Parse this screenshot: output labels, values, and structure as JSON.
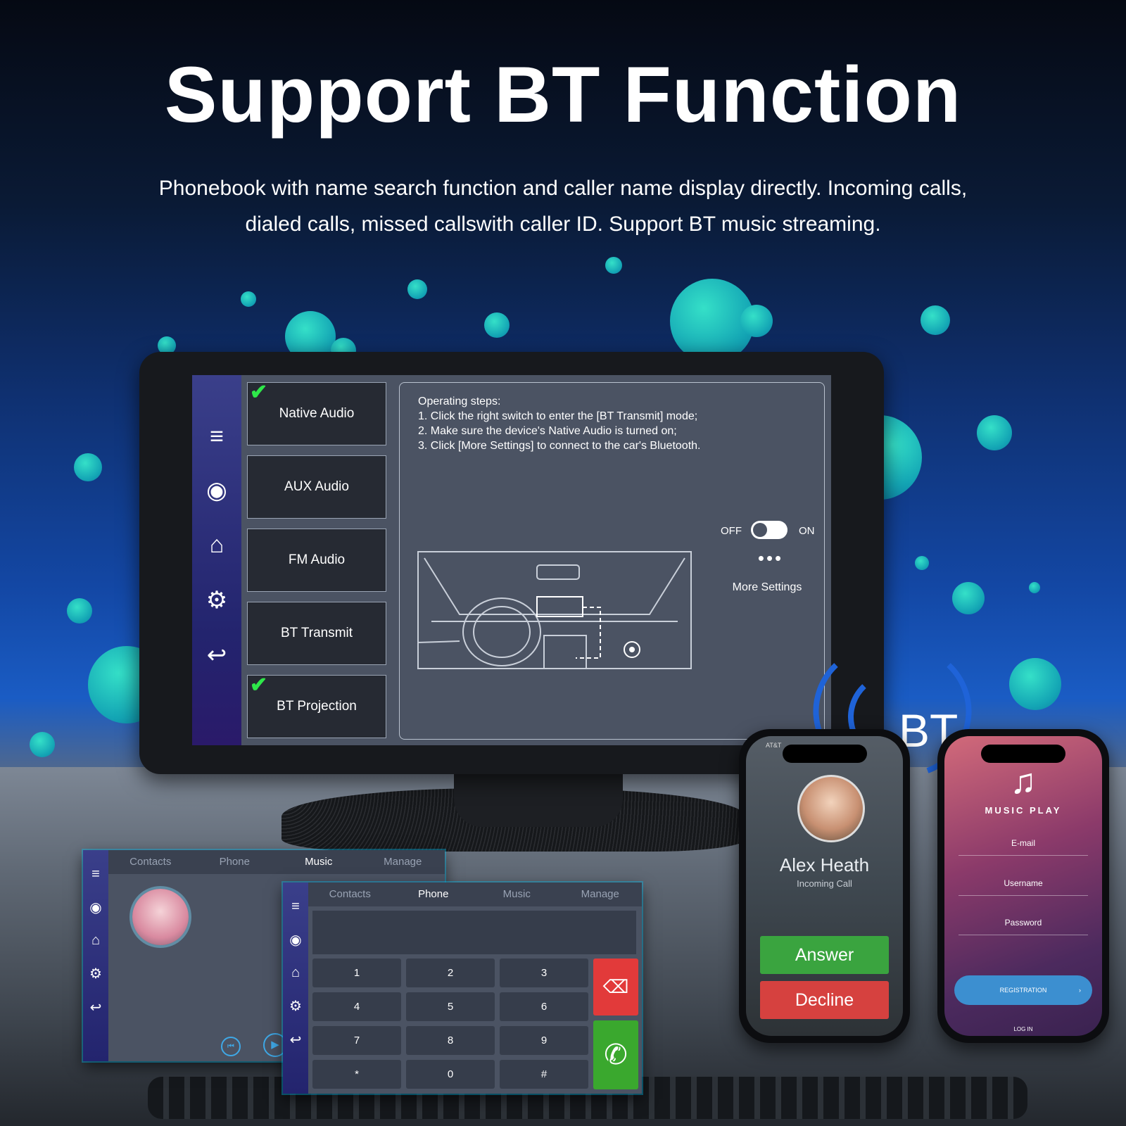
{
  "headline": "Support BT Function",
  "subtitle_line1": "Phonebook with name search function and caller name display directly. Incoming calls,",
  "subtitle_line2": "dialed calls, missed callswith caller ID. Support BT music streaming.",
  "main_screen": {
    "sidebar_icons": [
      "menu-icon",
      "camera-icon",
      "home-icon",
      "gear-icon",
      "back-icon"
    ],
    "audio_options": [
      {
        "label": "Native Audio",
        "checked": true
      },
      {
        "label": "AUX Audio",
        "checked": false
      },
      {
        "label": "FM Audio",
        "checked": false
      },
      {
        "label": "BT Transmit",
        "checked": false
      },
      {
        "label": "BT Projection",
        "checked": true
      }
    ],
    "steps": [
      "Operating steps:",
      "1. Click the right switch to enter the [BT Transmit] mode;",
      "2. Make sure the device's Native Audio is turned on;",
      "3. Click [More Settings] to connect to the car's Bluetooth."
    ],
    "toggle_off": "OFF",
    "toggle_on": "ON",
    "more_settings": "More Settings"
  },
  "music_panel": {
    "tabs": [
      "Contacts",
      "Phone",
      "Music",
      "Manage"
    ],
    "active_tab": "Music"
  },
  "phone_panel": {
    "tabs": [
      "Contacts",
      "Phone",
      "Music",
      "Manage"
    ],
    "active_tab": "Phone",
    "keys": [
      "1",
      "2",
      "3",
      "4",
      "5",
      "6",
      "7",
      "8",
      "9",
      "*",
      "0",
      "#"
    ],
    "delete_color": "#e23a3a",
    "call_color": "#3aa82e"
  },
  "bt_label": "BT",
  "call_phone": {
    "status": "AT&T",
    "caller": "Alex Heath",
    "call_state": "Incoming Call",
    "answer": "Answer",
    "decline": "Decline"
  },
  "music_phone": {
    "title": "MUSIC PLAY",
    "email": "E-mail",
    "username": "Username",
    "password": "Password",
    "registration": "REGISTRATION",
    "login": "LOG IN"
  }
}
